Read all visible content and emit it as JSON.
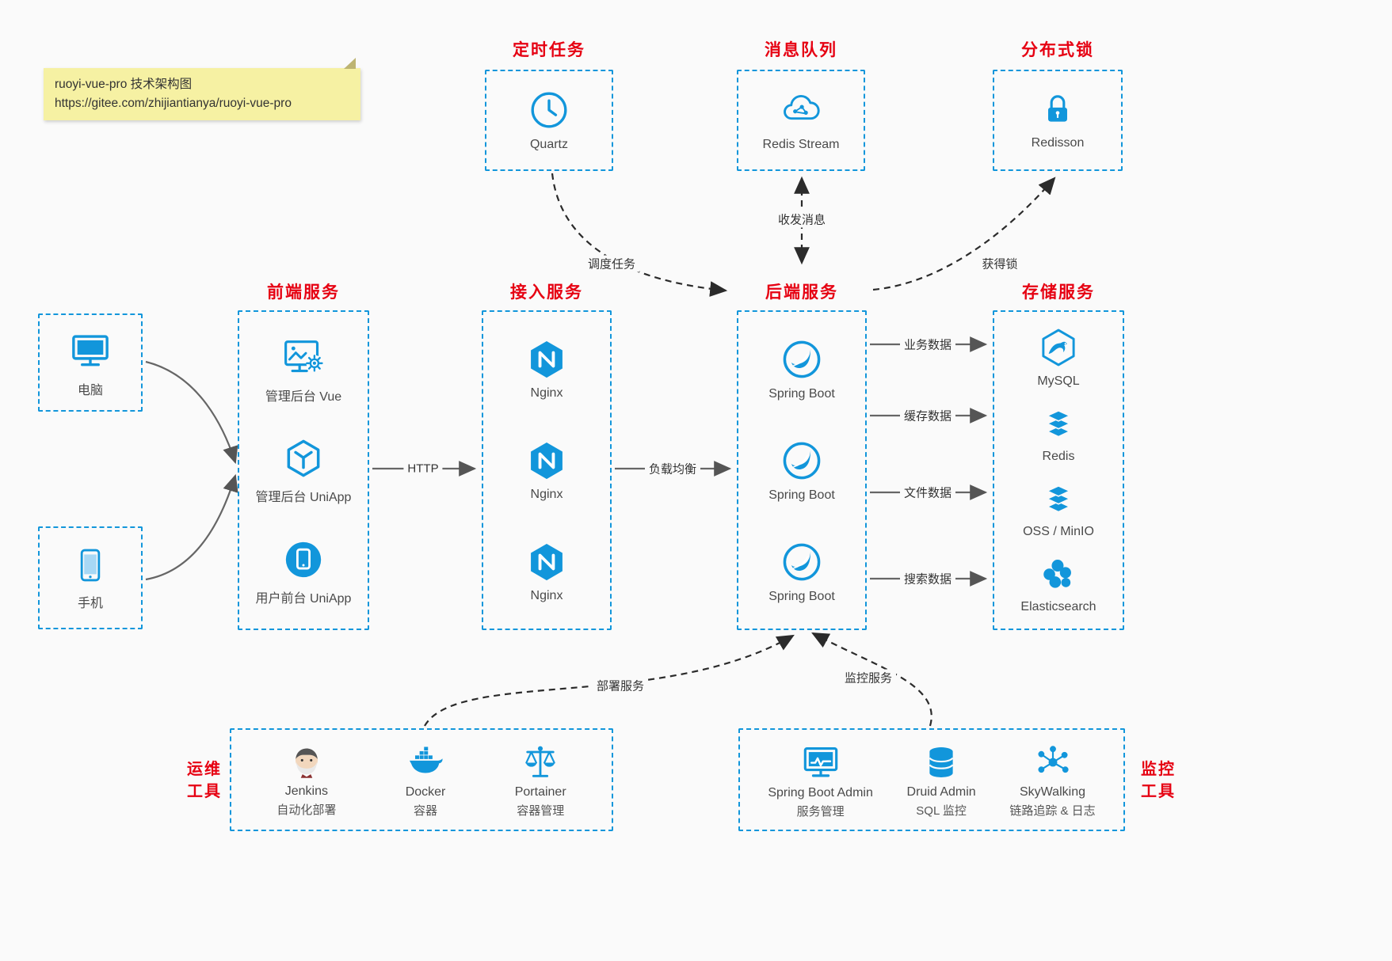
{
  "colors": {
    "accent": "#1296db",
    "red": "#e60012",
    "bg": "#fafafa",
    "note_bg": "#f6f1a3"
  },
  "note": {
    "line1": "ruoyi-vue-pro 技术架构图",
    "line2": "https://gitee.com/zhijiantianya/ruoyi-vue-pro"
  },
  "top_boxes": [
    {
      "title": "定时任务",
      "label": "Quartz"
    },
    {
      "title": "消息队列",
      "label": "Redis Stream"
    },
    {
      "title": "分布式锁",
      "label": "Redisson"
    }
  ],
  "devices": [
    {
      "label": "电脑"
    },
    {
      "label": "手机"
    }
  ],
  "columns": {
    "frontend": {
      "title": "前端服务",
      "items": [
        "管理后台 Vue",
        "管理后台 UniApp",
        "用户前台 UniApp"
      ]
    },
    "gateway": {
      "title": "接入服务",
      "items": [
        "Nginx",
        "Nginx",
        "Nginx"
      ]
    },
    "backend": {
      "title": "后端服务",
      "items": [
        "Spring Boot",
        "Spring Boot",
        "Spring Boot"
      ]
    },
    "storage": {
      "title": "存储服务",
      "items": [
        "MySQL",
        "Redis",
        "OSS / MinIO",
        "Elasticsearch"
      ]
    }
  },
  "edges": {
    "http": "HTTP",
    "load_balance": "负载均衡",
    "business_data": "业务数据",
    "cache_data": "缓存数据",
    "file_data": "文件数据",
    "search_data": "搜索数据",
    "schedule": "调度任务",
    "message": "收发消息",
    "lock": "获得锁",
    "deploy": "部署服务",
    "monitor": "监控服务"
  },
  "ops_tools": {
    "side_line1": "运维",
    "side_line2": "工具",
    "items": [
      {
        "name": "Jenkins",
        "desc": "自动化部署"
      },
      {
        "name": "Docker",
        "desc": "容器"
      },
      {
        "name": "Portainer",
        "desc": "容器管理"
      }
    ]
  },
  "monitor_tools": {
    "side_line1": "监控",
    "side_line2": "工具",
    "items": [
      {
        "name": "Spring Boot Admin",
        "desc": "服务管理"
      },
      {
        "name": "Druid Admin",
        "desc": "SQL 监控"
      },
      {
        "name": "SkyWalking",
        "desc": "链路追踪 & 日志"
      }
    ]
  }
}
